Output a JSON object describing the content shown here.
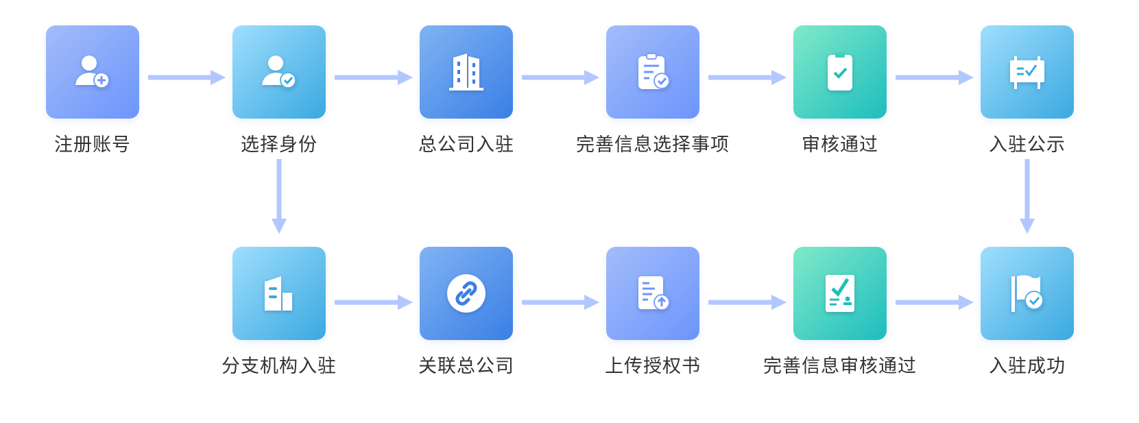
{
  "colors": {
    "arrow": "#b3c7ff",
    "text": "#333333"
  },
  "steps": {
    "register": {
      "label": "注册账号",
      "icon": "user-add-icon"
    },
    "choose_identity": {
      "label": "选择身份",
      "icon": "user-check-icon"
    },
    "hq_entry": {
      "label": "总公司入驻",
      "icon": "building-icon"
    },
    "complete_info_select": {
      "label": "完善信息选择事项",
      "icon": "clipboard-check-icon"
    },
    "review_passed": {
      "label": "审核通过",
      "icon": "clipboard-tick-icon"
    },
    "entry_publicity": {
      "label": "入驻公示",
      "icon": "notice-board-icon"
    },
    "branch_entry": {
      "label": "分支机构入驻",
      "icon": "branch-building-icon"
    },
    "link_hq": {
      "label": "关联总公司",
      "icon": "link-icon"
    },
    "upload_authorization": {
      "label": "上传授权书",
      "icon": "document-upload-icon"
    },
    "complete_info_review": {
      "label": "完善信息审核通过",
      "icon": "certificate-stamp-icon"
    },
    "entry_success": {
      "label": "入驻成功",
      "icon": "flag-check-icon"
    }
  }
}
